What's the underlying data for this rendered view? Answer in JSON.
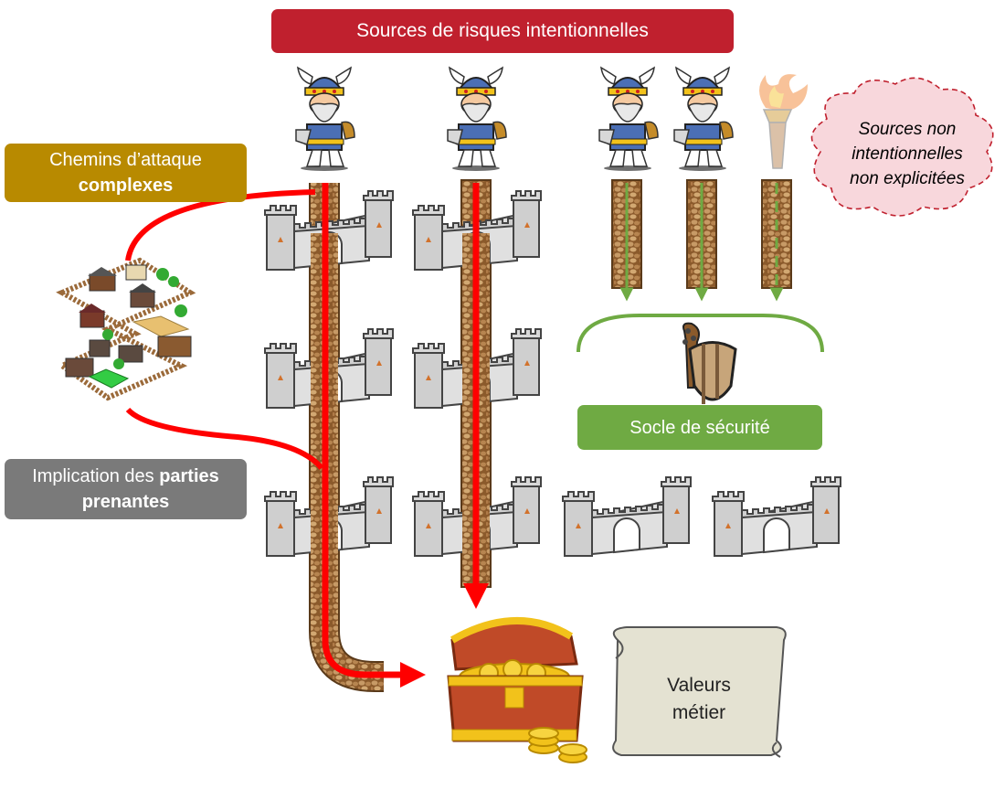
{
  "header": {
    "title": "Sources de risques intentionnelles"
  },
  "left_labels": {
    "paths_line1": "Chemins d’attaque",
    "paths_line2": "complexes",
    "stakeholders_line1_plain": "Implication des ",
    "stakeholders_line1_bold": "parties",
    "stakeholders_line2": "prenantes"
  },
  "cloud": {
    "line1": "Sources non",
    "line2": "intentionnelles",
    "line3": "non explicitées"
  },
  "socle": {
    "label": "Socle de sécurité"
  },
  "scroll": {
    "line1": "Valeurs",
    "line2": "métier"
  },
  "colors": {
    "title_red": "#c0202e",
    "paths_gold": "#b88a00",
    "stakeholders_gray": "#7a7a7a",
    "socle_green": "#6faa43",
    "attack_red": "#ff0000",
    "path_brown": "#a07040",
    "cloud_pink": "#f8d7dc"
  },
  "icons": [
    "viking-attacker-icon",
    "torch-icon",
    "castle-wall-icon",
    "village-icon",
    "treasure-chest-icon",
    "parchment-scroll-icon",
    "shield-club-icon",
    "cloud-icon"
  ]
}
